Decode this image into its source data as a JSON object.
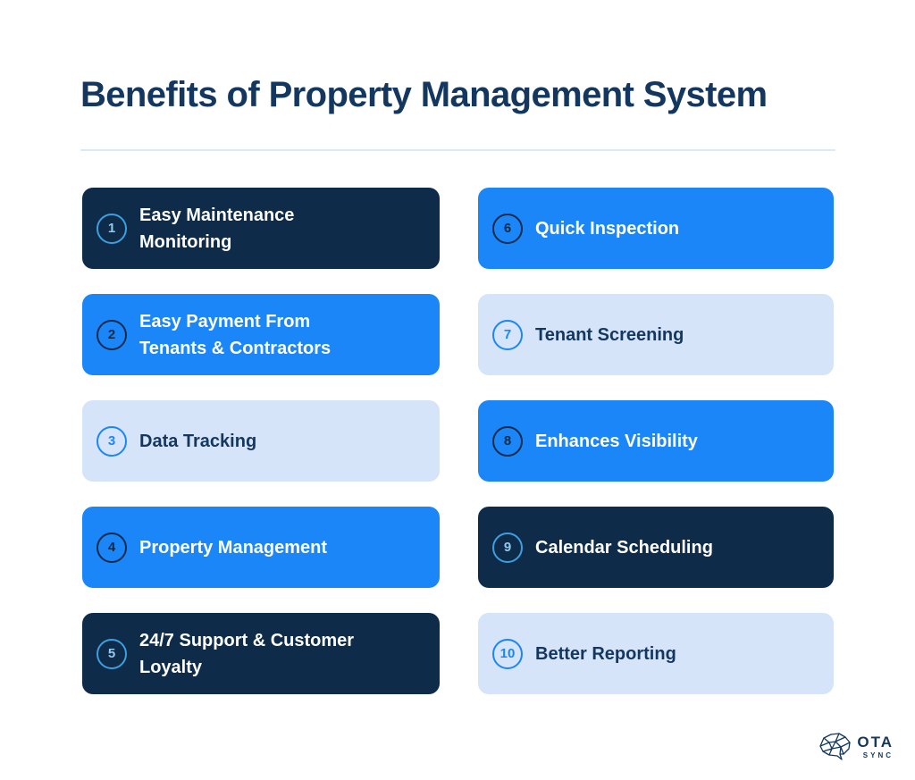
{
  "page": {
    "title": "Benefits of Property Management System"
  },
  "colors": {
    "bg": "#FFFFFF",
    "navy": "#0E2B49",
    "navy-text": "#14375F",
    "brightBlue": "#1B86F8",
    "lightBlue": "#D5E4F9",
    "badgeBlueLight": "#3E9FE0",
    "badgeNumLight": "#8FCBEF",
    "divider": "#DCE8F3"
  },
  "cards": [
    {
      "number": "1",
      "label": "Easy Maintenance\nMonitoring",
      "variant": "dark"
    },
    {
      "number": "2",
      "label": "Easy Payment From\nTenants & Contractors",
      "variant": "bright"
    },
    {
      "number": "3",
      "label": "Data Tracking",
      "variant": "light"
    },
    {
      "number": "4",
      "label": "Property Management",
      "variant": "bright"
    },
    {
      "number": "5",
      "label": "24/7 Support & Customer\nLoyalty",
      "variant": "dark"
    },
    {
      "number": "6",
      "label": "Quick Inspection",
      "variant": "bright"
    },
    {
      "number": "7",
      "label": "Tenant Screening",
      "variant": "light"
    },
    {
      "number": "8",
      "label": "Enhances Visibility",
      "variant": "bright"
    },
    {
      "number": "9",
      "label": "Calendar Scheduling",
      "variant": "dark"
    },
    {
      "number": "10",
      "label": "Better Reporting",
      "variant": "light"
    }
  ],
  "logo": {
    "name": "OTA",
    "sub": "SYNC"
  }
}
